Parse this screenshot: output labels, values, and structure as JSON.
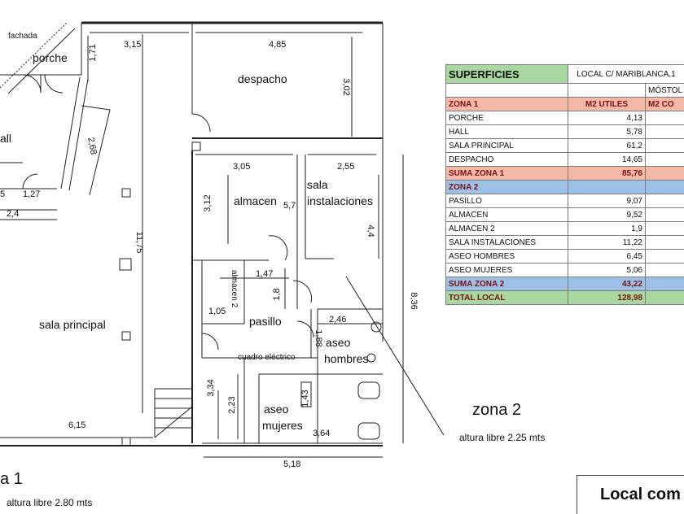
{
  "plan": {
    "labels": {
      "fachada": "fachada",
      "porche": "porche",
      "hall": "all",
      "despacho": "despacho",
      "almacen": "almacen",
      "sala_inst_1": "sala",
      "sala_inst_2": "instalaciones",
      "almacen_2": "almacen 2",
      "pasillo": "pasillo",
      "aseo_h_1": "aseo",
      "aseo_h_2": "hombres",
      "aseo_m_1": "aseo",
      "aseo_m_2": "mujeres",
      "sala_principal": "sala principal",
      "cuadro_electrico": "cuadro eléctrico"
    },
    "dimensions": {
      "d_3_15": "3,15",
      "d_4_85": "4,85",
      "d_1_71": "1,71",
      "d_3_02": "3,02",
      "d_2_68": "2,68",
      "d_3_05": "3,05",
      "d_2_55": "2,55",
      "d_3_12": "3,12",
      "d_5_7": "5,7",
      "d_4_4": "4,4",
      "d_0_5": "5",
      "d_1_27": "1,27",
      "d_2_4": "2,4",
      "d_11_75": "11,75",
      "d_1_47": "1,47",
      "d_1_8": "1,8",
      "d_8_36": "8,36",
      "d_2_46": "2,46",
      "d_1_05": "1,05",
      "d_1_88": "1,88",
      "d_3_34": "3,34",
      "d_2_23": "2,23",
      "d_1_43": "1,43",
      "d_6_15": "6,15",
      "d_3_64": "3,64",
      "d_5_18": "5,18"
    },
    "zones": {
      "zona1_title": "a 1",
      "zona1_height": "altura libre 2.80 mts",
      "zona2_title": "zona 2",
      "zona2_height": "altura libre 2.25 mts"
    }
  },
  "table": {
    "title": "SUPERFICIES",
    "location": "LOCAL C/ MARIBLANCA,1",
    "city": "MÓSTOL",
    "col_utiles": "M2 UTILES",
    "col_cons": "M2 CO",
    "zona1_label": "ZONA 1",
    "zona1_rows": [
      {
        "name": "PORCHE",
        "value": "4,13"
      },
      {
        "name": "HALL",
        "value": "5,78"
      },
      {
        "name": "SALA PRINCIPAL",
        "value": "61,2"
      },
      {
        "name": "DESPACHO",
        "value": "14,65"
      }
    ],
    "suma_zona1": {
      "name": "SUMA ZONA 1",
      "value": "85,76"
    },
    "zona2_label": "ZONA 2",
    "zona2_rows": [
      {
        "name": "PASILLO",
        "value": "9,07"
      },
      {
        "name": "ALMACEN",
        "value": "9,52"
      },
      {
        "name": "ALMACEN 2",
        "value": "1,9"
      },
      {
        "name": "SALA INSTALACIONES",
        "value": "11,22"
      },
      {
        "name": "ASEO HOMBRES",
        "value": "6,45"
      },
      {
        "name": "ASEO MUJERES",
        "value": "5,06"
      }
    ],
    "suma_zona2": {
      "name": "SUMA ZONA 2",
      "value": "43,22"
    },
    "total": {
      "name": "TOTAL LOCAL",
      "value": "128,98"
    },
    "colors": {
      "title_bg": "#a8d8a0",
      "zona1_bg": "#f4b9a6",
      "zona2_bg": "#9dc0e6",
      "total_bg": "#a8d8a0",
      "accent_text": "#7a1010"
    }
  },
  "title_box": "Local com"
}
